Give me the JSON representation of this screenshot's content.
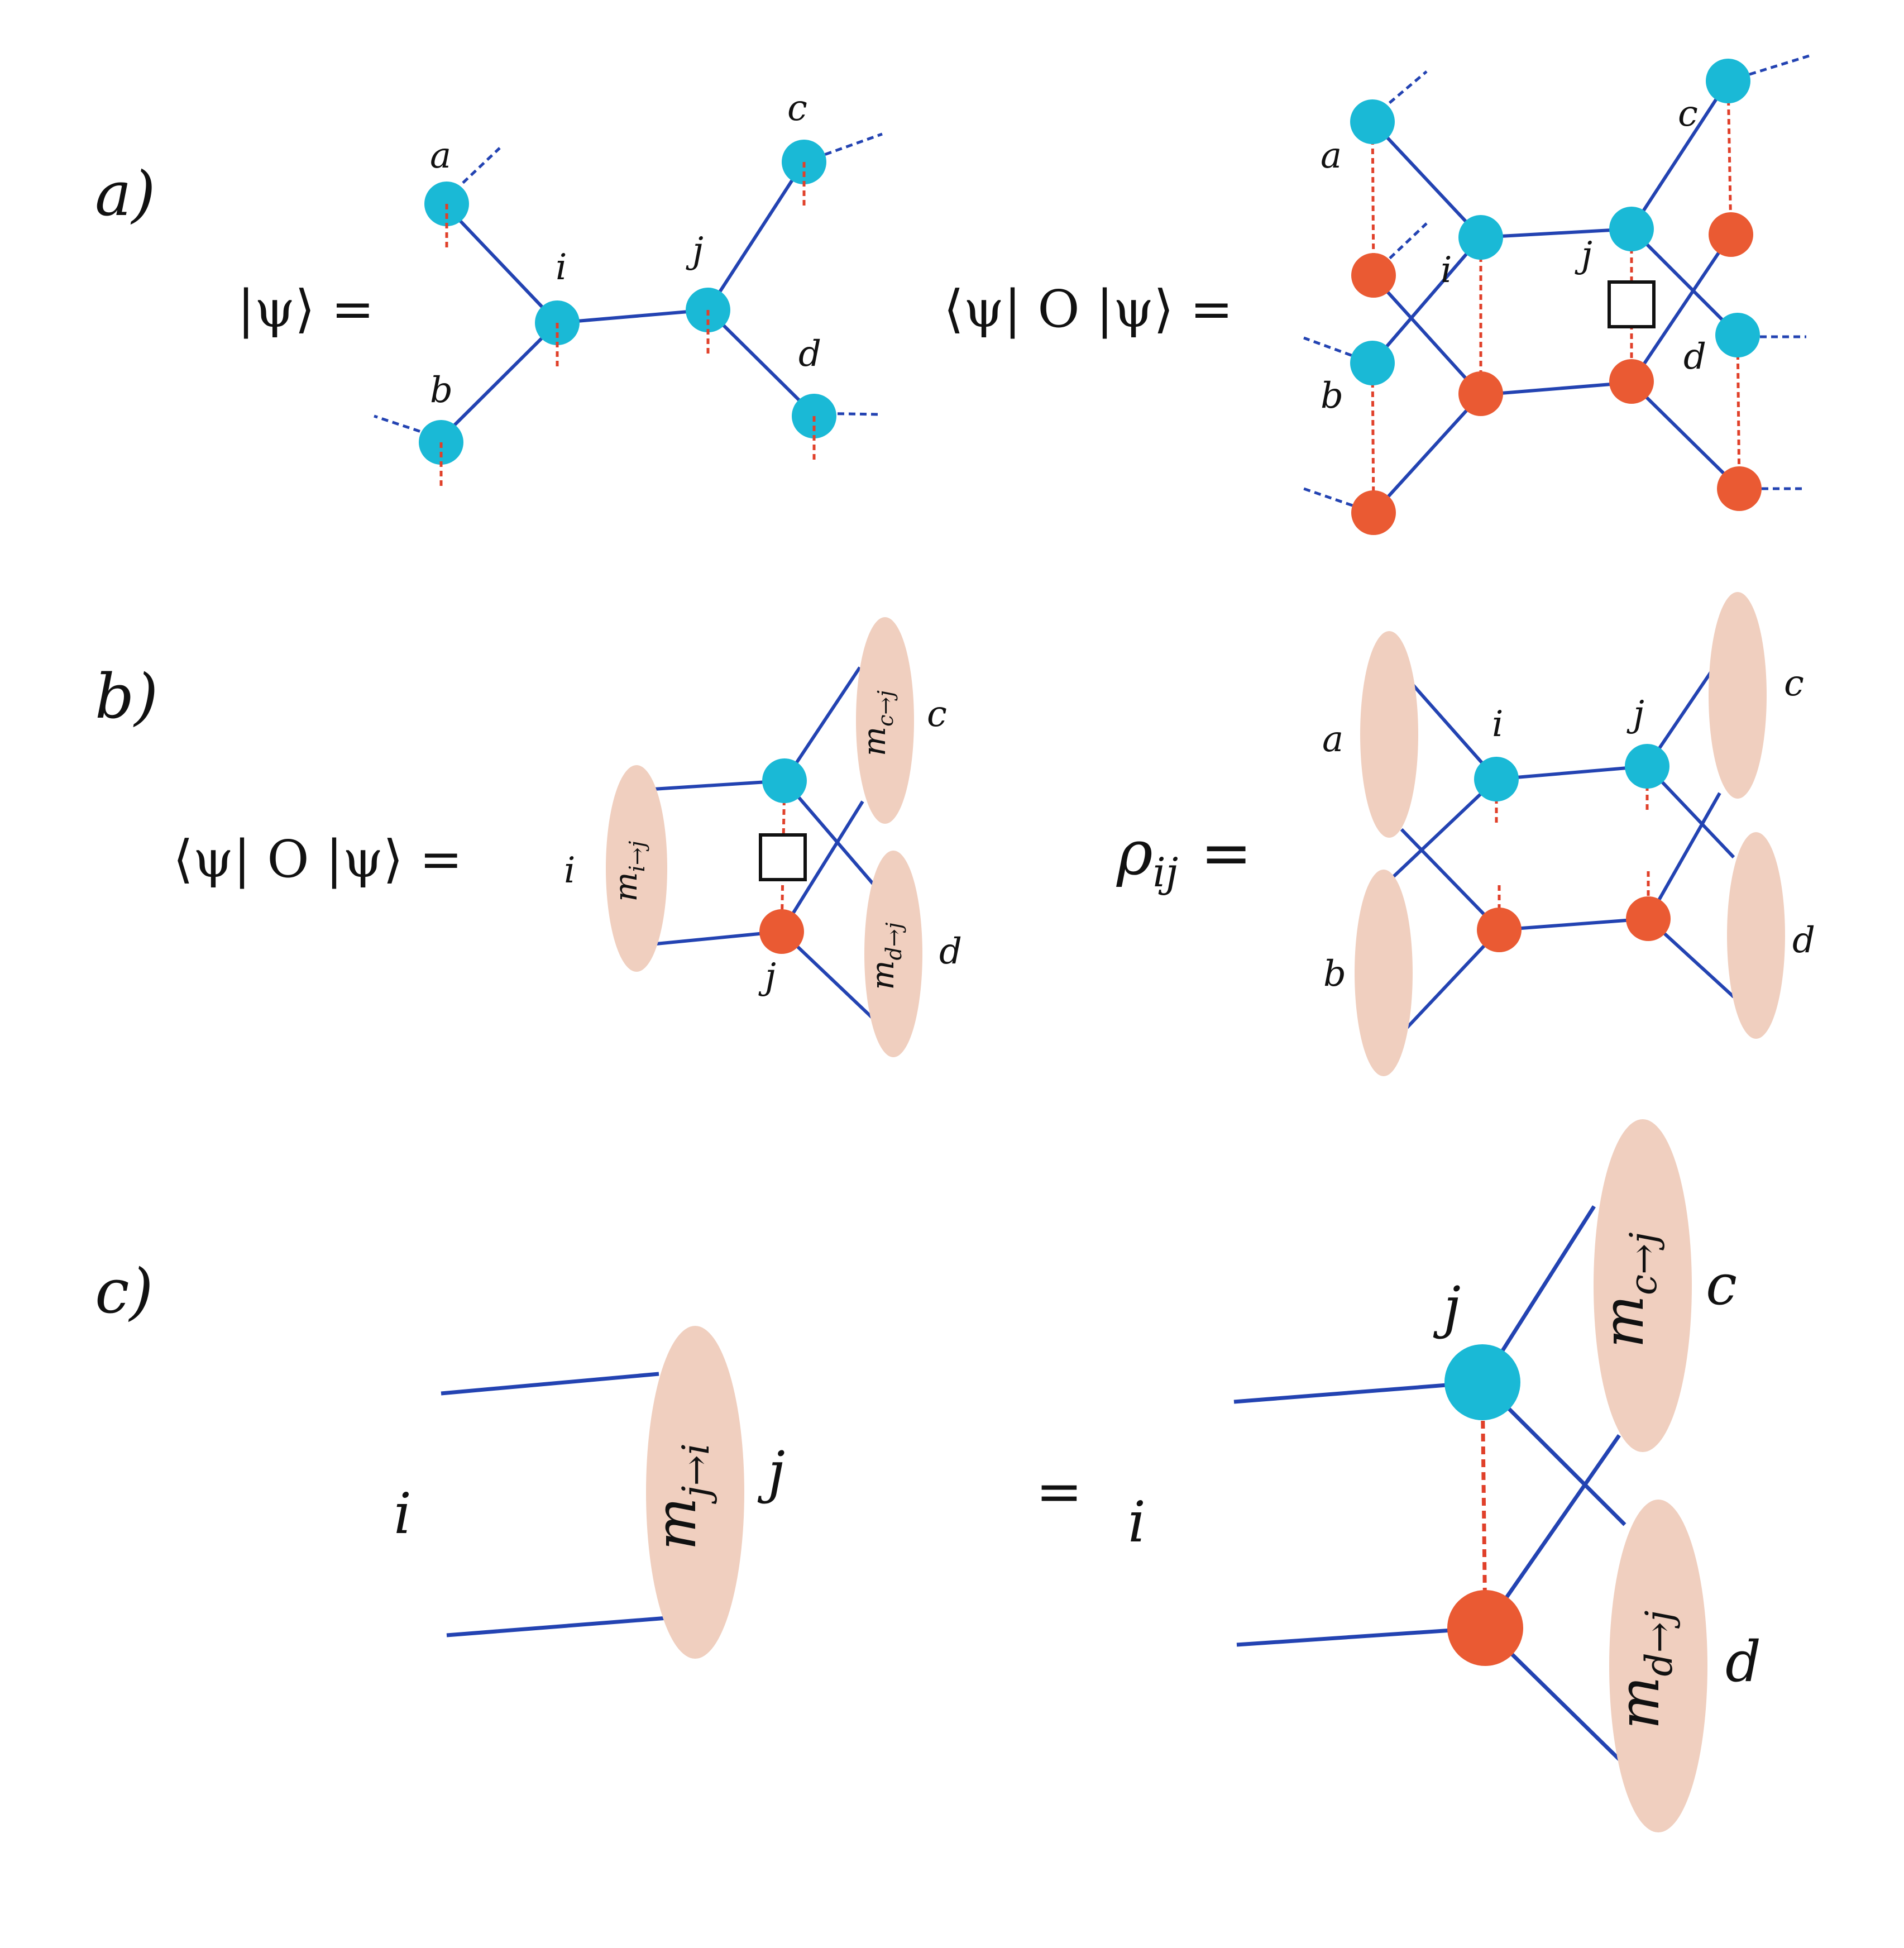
{
  "colors": {
    "bond": "#2343b2",
    "phys": "#e0402a",
    "ket_node": "#1ab9d6",
    "bra_node": "#ea5a33",
    "message": "#f0cfbf",
    "text": "#111111"
  },
  "panel_labels": {
    "a": "a)",
    "b": "b)",
    "c": "c)"
  },
  "equations": {
    "ket": "|ψ⟩ =",
    "expectation_a": "⟨ψ| O |ψ⟩ =",
    "expectation_b": "⟨ψ| O |ψ⟩ =",
    "rho": "ρ",
    "rho_sub": "ij",
    "rho_eq": "=",
    "equals_c": "="
  },
  "site_labels": {
    "a": "a",
    "b": "b",
    "c": "c",
    "d": "d",
    "i": "i",
    "j": "j"
  },
  "messages": {
    "m_i_to_j": {
      "m": "m",
      "sub": "i→j"
    },
    "m_c_to_j": {
      "m": "m",
      "sub": "c→j"
    },
    "m_d_to_j": {
      "m": "m",
      "sub": "d→j"
    },
    "m_j_to_i": {
      "m": "m",
      "sub": "j→i"
    }
  }
}
